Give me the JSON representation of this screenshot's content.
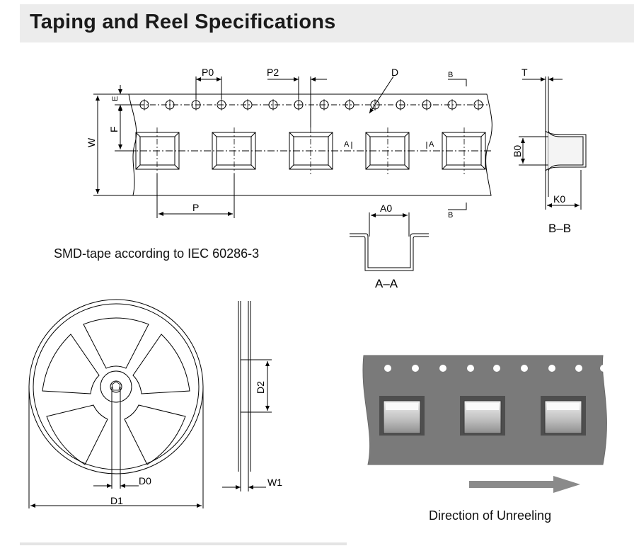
{
  "header": {
    "title": "Taping and Reel Specifications"
  },
  "tape_drawing": {
    "labels": {
      "p0": "P0",
      "p2": "P2",
      "d": "D",
      "e": "E",
      "f": "F",
      "w": "W",
      "p": "P",
      "a0": "A0",
      "a_marker": "A",
      "b_marker": "B",
      "t": "T",
      "b0": "B0",
      "k0": "K0"
    },
    "section_bb": "B–B",
    "section_aa": "A–A",
    "caption": "SMD-tape according to IEC 60286-3"
  },
  "reel_drawing": {
    "labels": {
      "d0": "D0",
      "d1": "D1",
      "d2": "D2",
      "w1": "W1"
    }
  },
  "tape_photo": {
    "caption": "Direction of Unreeling",
    "colors": {
      "tape": "#7a7a7a",
      "arrow": "#8a8a8a",
      "pocket": "#555555"
    }
  }
}
